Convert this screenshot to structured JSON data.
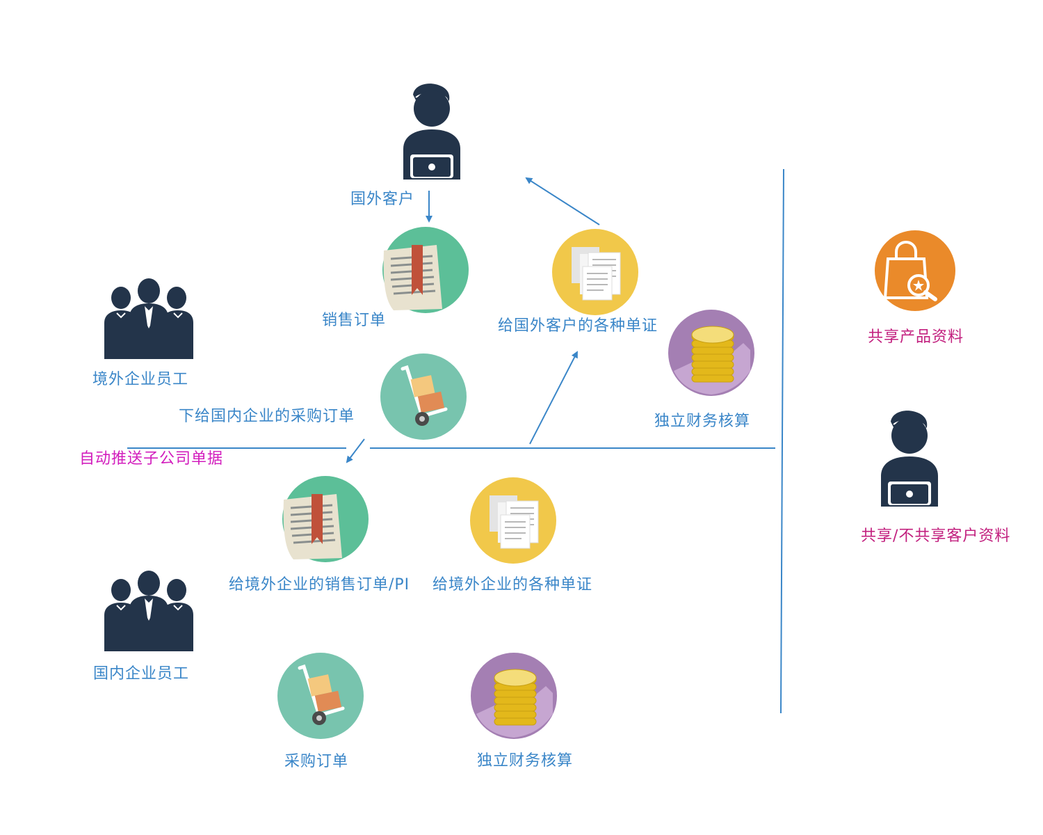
{
  "top": {
    "foreign_customer": "国外客户",
    "sales_order": "销售订单",
    "docs_to_foreign_customer": "给国外客户的各种单证",
    "foreign_staff": "境外企业员工",
    "purchase_order_to_domestic": "下给国内企业的采购订单",
    "independent_accounting": "独立财务核算"
  },
  "divider": {
    "auto_push": "自动推送子公司单据"
  },
  "bottom": {
    "sales_order_pi": "给境外企业的销售订单/PI",
    "docs_to_foreign_enterprise": "给境外企业的各种单证",
    "domestic_staff": "国内企业员工",
    "purchase_order": "采购订单",
    "independent_accounting": "独立财务核算"
  },
  "right": {
    "shared_product_info": "共享产品资料",
    "customer_info_sharing": "共享/不共享客户资料"
  },
  "colors": {
    "label_blue": "#3a86c8",
    "label_magenta": "#c21f7e",
    "label_pink": "#d21dbd",
    "line_blue": "#3a86c8",
    "dark_navy": "#23344a",
    "green": "#5cbf98",
    "teal": "#78c4ae",
    "yellow": "#f1c84a",
    "purple": "#a47fb3",
    "orange": "#ea8a2a"
  }
}
